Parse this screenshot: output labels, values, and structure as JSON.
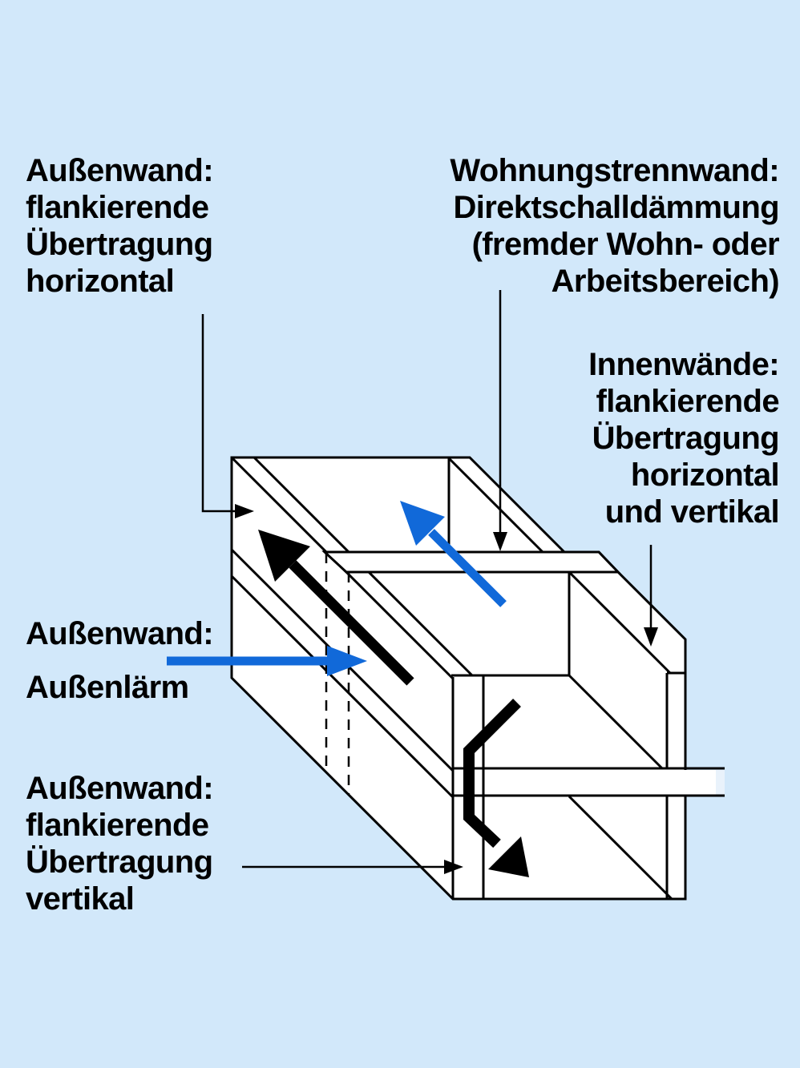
{
  "diagram": {
    "labels": {
      "aussenwand_flankierend_horizontal": {
        "lines": [
          "Außenwand:",
          "flankierende",
          "Übertragung",
          "horizontal"
        ]
      },
      "wohnungstrennwand": {
        "lines": [
          "Wohnungstrennwand:",
          "Direktschalldämmung",
          "(fremder Wohn- oder",
          "Arbeitsbereich)"
        ]
      },
      "innenwaende": {
        "lines": [
          "Innenwände:",
          "flankierende",
          "Übertragung",
          "horizontal",
          "und vertikal"
        ]
      },
      "aussenwand_aussenlaerm": {
        "lines": [
          "Außenwand:",
          "Außenlärm"
        ]
      },
      "aussenwand_flankierend_vertikal": {
        "lines": [
          "Außenwand:",
          "flankierende",
          "Übertragung",
          "vertikal"
        ]
      }
    },
    "colors": {
      "background": "#d2e8fa",
      "line": "#000000",
      "fill_white": "#ffffff",
      "arrow_blue": "#1169d9",
      "slab_end_tint": "#e9f2fb"
    }
  }
}
